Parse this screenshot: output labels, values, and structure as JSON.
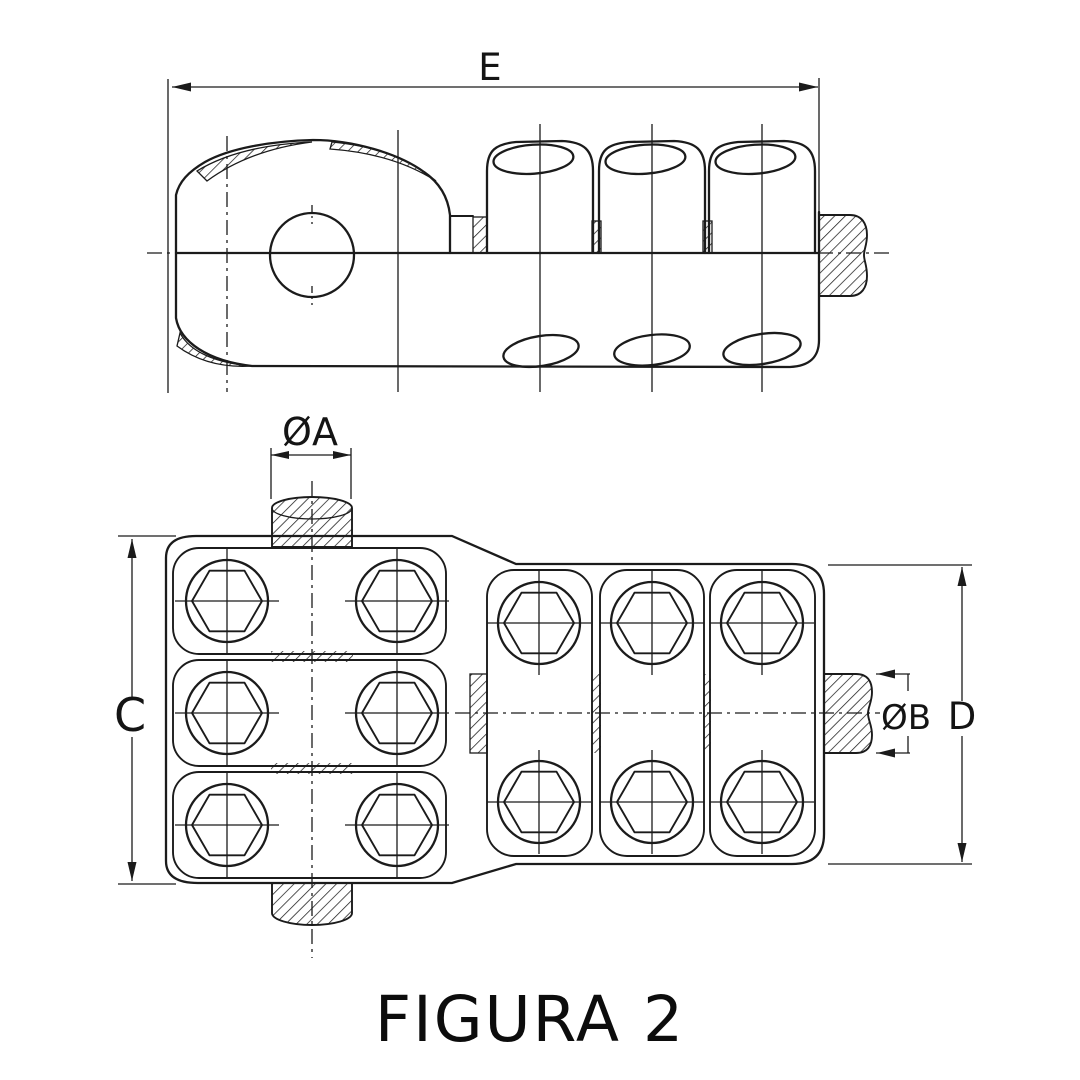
{
  "drawing": {
    "title": "FIGURA 2",
    "colors": {
      "background": "#ffffff",
      "ink": "#1b1b1b"
    },
    "dimension_labels": {
      "overall_length": "E",
      "conductor_a_diameter": "ØA",
      "left_body_height": "C",
      "conductor_b_diameter": "ØB",
      "right_body_height": "D"
    }
  }
}
